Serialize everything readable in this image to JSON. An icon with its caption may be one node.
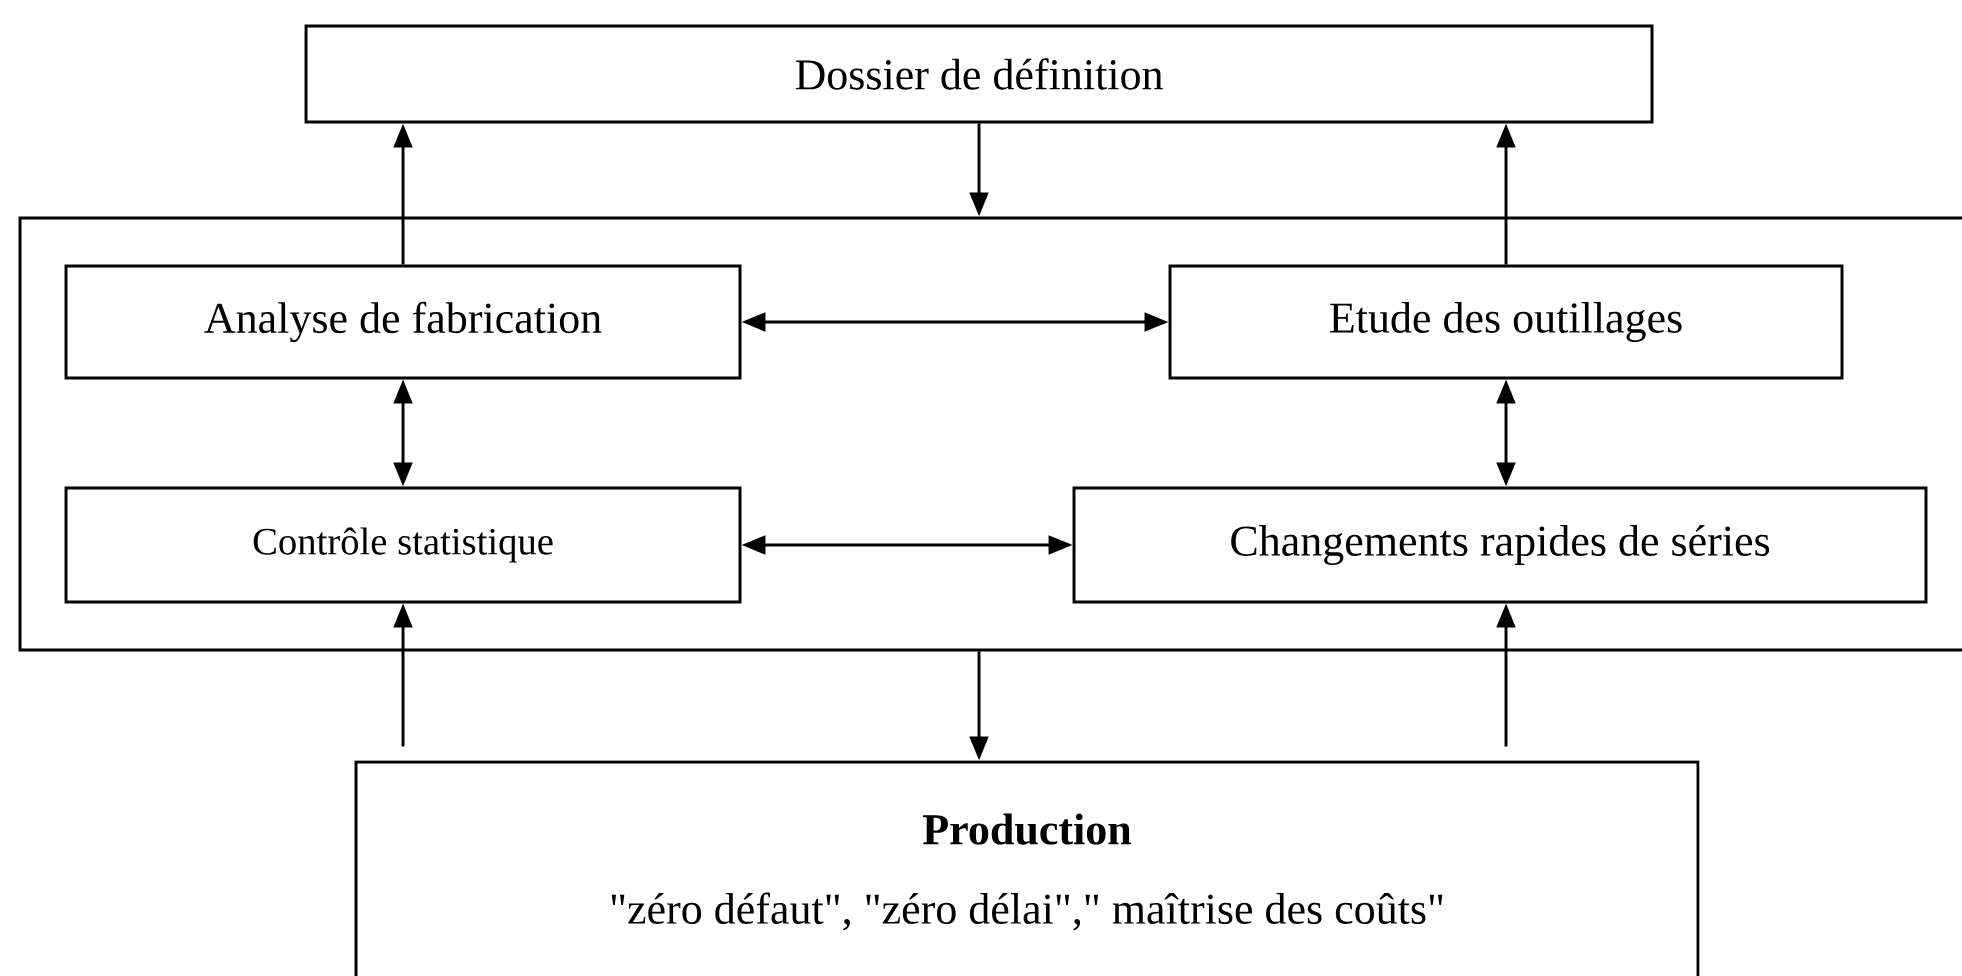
{
  "diagram": {
    "nodes": [
      {
        "text": [
          "Dossier de définition"
        ]
      },
      {
        "text": [],
        "shape": "box"
      },
      {
        "text": [
          "Analyse de fabrication"
        ],
        "in": 1
      },
      {
        "text": [
          "Etude des outillages"
        ],
        "in": 1
      },
      {
        "text": [
          "Contrôle statistique"
        ],
        "in": 1
      },
      {
        "text": [
          "Changements rapides de séries"
        ],
        "in": 1
      },
      {
        "text": [
          "Production",
          "\"zéro défaut\", \"zéro délai\",\" maîtrise des coûts\""
        ]
      }
    ],
    "edges": [
      {
        "from": 2,
        "to": 0,
        "arrow": "to"
      },
      {
        "from": 0,
        "to": 1,
        "arrow": "to"
      },
      {
        "from": 3,
        "to": 0,
        "arrow": "to"
      },
      {
        "from": 2,
        "to": 3,
        "arrow": "both"
      },
      {
        "from": 2,
        "to": 4,
        "arrow": "both"
      },
      {
        "from": 3,
        "to": 5,
        "arrow": "both"
      },
      {
        "from": 4,
        "to": 5,
        "arrow": "both"
      },
      {
        "from": 6,
        "to": 4,
        "arrow": "to"
      },
      {
        "from": 1,
        "to": 6,
        "arrow": "to"
      },
      {
        "from": 6,
        "to": 5,
        "arrow": "to"
      }
    ]
  }
}
